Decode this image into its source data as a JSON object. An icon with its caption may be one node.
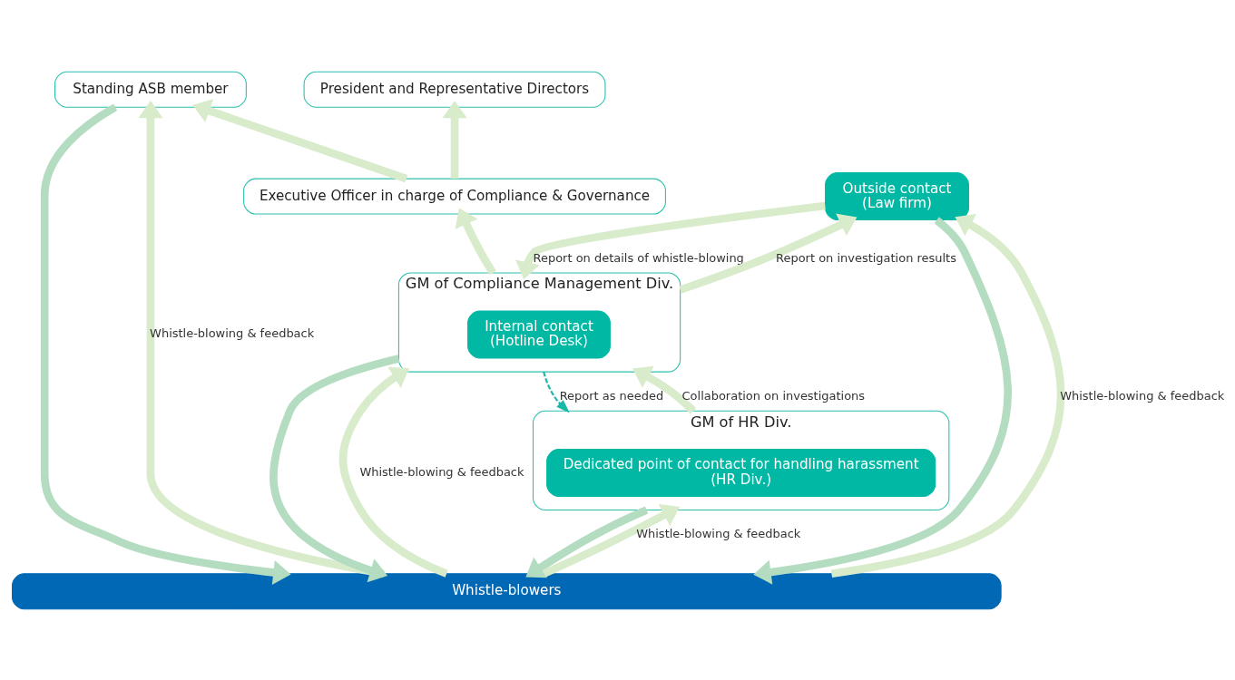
{
  "diagram": {
    "nodes": [
      {
        "text": [
          "Standing ASB member"
        ]
      },
      {
        "text": [
          "President and Representative Directors"
        ]
      },
      {
        "text": [
          "Executive Officer in charge of Compliance & Governance"
        ]
      },
      {
        "text": [
          "GM of Compliance Management Div."
        ]
      },
      {
        "text": [
          "Internal contact",
          "(Hotline Desk)"
        ],
        "in": 3
      },
      {
        "text": [
          "GM of HR Div."
        ]
      },
      {
        "text": [
          "Dedicated point of contact for handling harassment",
          "(HR Div.)"
        ],
        "in": 5
      },
      {
        "text": [
          "Outside contact",
          "(Law firm)"
        ]
      },
      {
        "text": [
          "Whistle-blowers"
        ]
      }
    ],
    "edges": [
      {
        "from": 0,
        "to": 8,
        "arrow": "to",
        "color": "#b3dcc1"
      },
      {
        "from": 8,
        "to": 0,
        "arrow": "to",
        "label": "Whistle-blowing & feedback"
      },
      {
        "from": 2,
        "to": 0,
        "arrow": "to"
      },
      {
        "from": 2,
        "to": 1,
        "arrow": "to"
      },
      {
        "from": 3,
        "to": 2,
        "arrow": "to"
      },
      {
        "from": 7,
        "to": 3,
        "arrow": "to",
        "label": "Report on details of whistle-blowing"
      },
      {
        "from": 3,
        "to": 7,
        "arrow": "to",
        "label": "Report on investigation results"
      },
      {
        "from": 3,
        "to": 5,
        "arrow": "to",
        "style": "dashed",
        "color": "#1ab8a6",
        "label": "Report as needed"
      },
      {
        "from": 5,
        "to": 3,
        "arrow": "to",
        "label": "Collaboration on investigations"
      },
      {
        "from": 7,
        "to": 8,
        "arrow": "to",
        "color": "#b3dcc1"
      },
      {
        "from": 8,
        "to": 7,
        "arrow": "to",
        "label": "Whistle-blowing & feedback"
      },
      {
        "from": 3,
        "to": 8,
        "arrow": "to",
        "color": "#b3dcc1"
      },
      {
        "from": 8,
        "to": 3,
        "arrow": "to",
        "label": "Whistle-blowing & feedback"
      },
      {
        "from": 5,
        "to": 8,
        "arrow": "to",
        "color": "#b3dcc1"
      },
      {
        "from": 8,
        "to": 5,
        "arrow": "to",
        "label": "Whistle-blowing & feedback"
      }
    ]
  }
}
